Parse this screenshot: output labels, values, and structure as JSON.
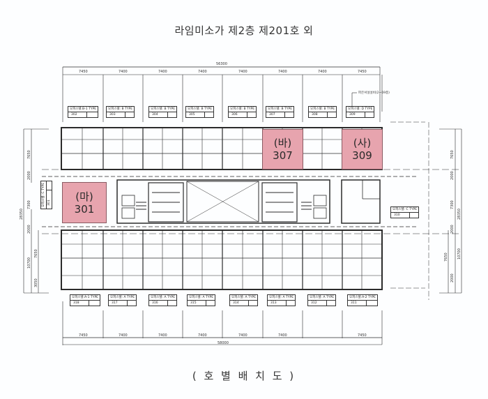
{
  "title": "라임미소가 제2층 제201호 외",
  "caption": "( 호 별 배 치 도 )",
  "colors": {
    "highlight": "#e7a4ae",
    "line": "#2b2b2b"
  },
  "dimensions": {
    "top_total": "56300",
    "top_bays": [
      "7450",
      "7400",
      "7400",
      "7400",
      "7400",
      "7400",
      "7400",
      "7450"
    ],
    "bottom_total": "58000",
    "bottom_bays": [
      "7450",
      "7400",
      "7400",
      "7400",
      "7400",
      "7400",
      "7450"
    ],
    "left": {
      "total": "28350",
      "upper": "7650",
      "corridor_upper": "2000",
      "core": "7300",
      "corridor_lower": "2000",
      "lower_sub": "10700",
      "lower_a": "7650",
      "lower_b": "3050"
    },
    "right": {
      "total": "28350",
      "upper": "7650",
      "corridor_upper": "2000",
      "core": "7300",
      "corridor_lower": "2000",
      "lower_sub": "10700",
      "lower_a": "7650",
      "lower_b": "2000"
    }
  },
  "note": "파은서설설비(2~69층)",
  "top_units": [
    {
      "type": "오피스텔:B-1 TYPE",
      "no": "302"
    },
    {
      "type": "오피스텔: B TYPE",
      "no": "303"
    },
    {
      "type": "오피스텔: B TYPE",
      "no": "304"
    },
    {
      "type": "오피스텔: B TYPE",
      "no": "305"
    },
    {
      "type": "오피스텔: B TYPE",
      "no": "306"
    },
    {
      "type": "오피스텔: B TYPE",
      "no": "307"
    },
    {
      "type": "오피스텔: B TYPE",
      "no": "308"
    },
    {
      "type": "오피스텔: D TYPE",
      "no": "309"
    }
  ],
  "left_unit": {
    "type": "오피스텔: C TYPE",
    "no": "301"
  },
  "right_unit": {
    "type": "오피스텔: C TYPE",
    "no": "310"
  },
  "bottom_units": [
    {
      "type": "오피스텔:A-1 TYPE",
      "no": "318"
    },
    {
      "type": "오피스텔: A TYPE",
      "no": "317"
    },
    {
      "type": "오피스텔: A TYPE",
      "no": "316"
    },
    {
      "type": "오피스텔: A TYPE",
      "no": "315"
    },
    {
      "type": "오피스텔: A TYPE",
      "no": "314"
    },
    {
      "type": "오피스텔: A TYPE",
      "no": "313"
    },
    {
      "type": "오피스텔: A TYPE",
      "no": "312"
    },
    {
      "type": "오피스텔:A-2 TYPE",
      "no": "311"
    }
  ],
  "highlights": [
    {
      "label": "(마)",
      "unit": "301"
    },
    {
      "label": "(바)",
      "unit": "307"
    },
    {
      "label": "(사)",
      "unit": "309"
    }
  ]
}
